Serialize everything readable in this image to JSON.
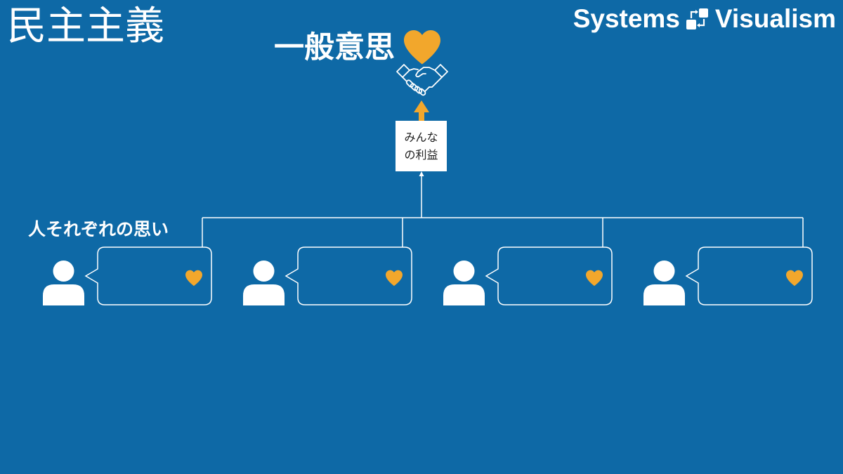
{
  "slide": {
    "title": "民主主義",
    "colors": {
      "background": "#0e69a6",
      "accent": "#f2a72c",
      "foreground": "#ffffff",
      "box_text": "#1e1e1e"
    }
  },
  "brand": {
    "left_word": "Systems",
    "right_word": "Visualism",
    "logo_icon": "systems-visualism-logo-icon"
  },
  "general_will": {
    "label": "一般意思",
    "heart_icon": "heart-icon",
    "symbol_icon": "handshake-icon",
    "arrow_icon": "arrow-up-icon"
  },
  "common_interest": {
    "lines": [
      "みんな",
      "の利益"
    ]
  },
  "individual_wills": {
    "label": "人それぞれの思い",
    "people": [
      {
        "person_icon": "person-icon",
        "bubble": "speech-bubble",
        "bubble_icon": "heart-icon"
      },
      {
        "person_icon": "person-icon",
        "bubble": "speech-bubble",
        "bubble_icon": "heart-icon"
      },
      {
        "person_icon": "person-icon",
        "bubble": "speech-bubble",
        "bubble_icon": "heart-icon"
      },
      {
        "person_icon": "person-icon",
        "bubble": "speech-bubble",
        "bubble_icon": "heart-icon"
      }
    ]
  }
}
